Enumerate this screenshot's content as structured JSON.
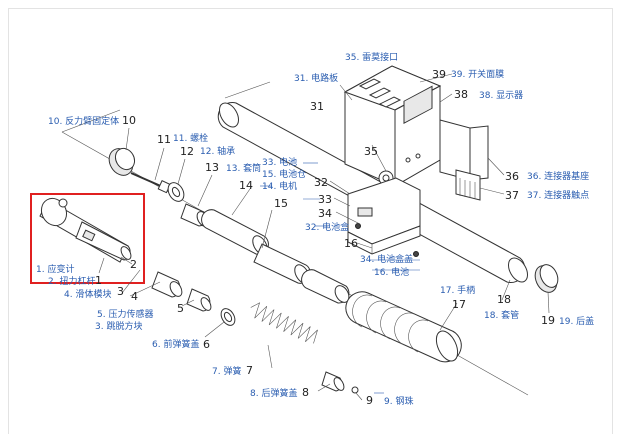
{
  "diagram": {
    "colors": {
      "label": "#2a5db0",
      "number": "#222222",
      "highlight": "#e02020",
      "line": "#333333"
    },
    "parts": [
      {
        "num": "1",
        "label": "1. 应变计"
      },
      {
        "num": "2",
        "label": "2. 扭力杠杆"
      },
      {
        "num": "3",
        "label": "3. 跳脱方块"
      },
      {
        "num": "4",
        "label": "4. 滑体模块"
      },
      {
        "num": "5",
        "label": "5. 压力传感器"
      },
      {
        "num": "6",
        "label": "6. 前弹簧盖"
      },
      {
        "num": "7",
        "label": "7. 弹簧"
      },
      {
        "num": "8",
        "label": "8. 后弹簧盖"
      },
      {
        "num": "9",
        "label": "9. 钢珠"
      },
      {
        "num": "10",
        "label": "10. 反力臂固定体"
      },
      {
        "num": "11",
        "label": "11. 螺栓"
      },
      {
        "num": "12",
        "label": "12. 轴承"
      },
      {
        "num": "13",
        "label": "13. 套筒"
      },
      {
        "num": "14",
        "label": "14. 电机"
      },
      {
        "num": "15",
        "label": "15. 电池仓"
      },
      {
        "num": "16",
        "label": "16. 电池"
      },
      {
        "num": "17",
        "label": "17. 手柄"
      },
      {
        "num": "18",
        "label": "18. 套管"
      },
      {
        "num": "19",
        "label": "19. 后盖"
      },
      {
        "num": "31",
        "label": "31. 电路板"
      },
      {
        "num": "32",
        "label": "32. 电池盒"
      },
      {
        "num": "33",
        "label": "33. 电池"
      },
      {
        "num": "34",
        "label": "34. 电池盒盖"
      },
      {
        "num": "35",
        "label": "35. 雷莫接口"
      },
      {
        "num": "36",
        "label": "36. 连接器基座"
      },
      {
        "num": "37",
        "label": "37. 连接器触点"
      },
      {
        "num": "38",
        "label": "38. 显示器"
      },
      {
        "num": "39",
        "label": "39. 开关面膜"
      }
    ]
  }
}
